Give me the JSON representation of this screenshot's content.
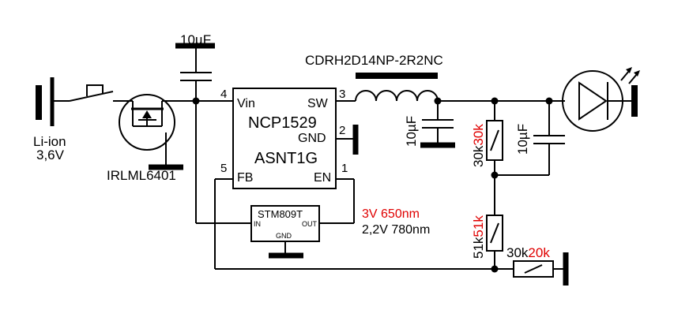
{
  "battery": {
    "name": "Li-ion",
    "voltage": "3,6V"
  },
  "mosfet": {
    "part": "IRLML6401"
  },
  "input_cap": {
    "value": "10µF"
  },
  "inductor": {
    "part": "CDRH2D14NP-2R2NC"
  },
  "sw_cap": {
    "value": "10µF"
  },
  "out_cap": {
    "value": "10µF"
  },
  "ic": {
    "line1": "NCP1529",
    "line2": "ASNT1G",
    "pins": {
      "vin": "Vin",
      "sw": "SW",
      "gnd": "GND",
      "fb": "FB",
      "en": "EN"
    },
    "pin_numbers": {
      "vin": "4",
      "sw": "3",
      "gnd": "2",
      "fb": "5",
      "en": "1"
    }
  },
  "supervisor": {
    "part": "STM809T",
    "in": "IN",
    "out": "OUT",
    "gnd": "GND"
  },
  "threshold": {
    "line1": "3V 650nm",
    "line2": "2,2V 780nm",
    "line1_color": "#e00000"
  },
  "r_top": {
    "old": "30k",
    "new": "30k"
  },
  "r_mid": {
    "old": "51k",
    "new": "51k"
  },
  "r_bot": {
    "old": "30k",
    "new": "20k"
  },
  "accent_color": "#e00000",
  "icons": [
    "battery-icon",
    "switch-icon",
    "mosfet-icon",
    "inductor-icon",
    "laser-diode-icon",
    "ground-icon"
  ]
}
